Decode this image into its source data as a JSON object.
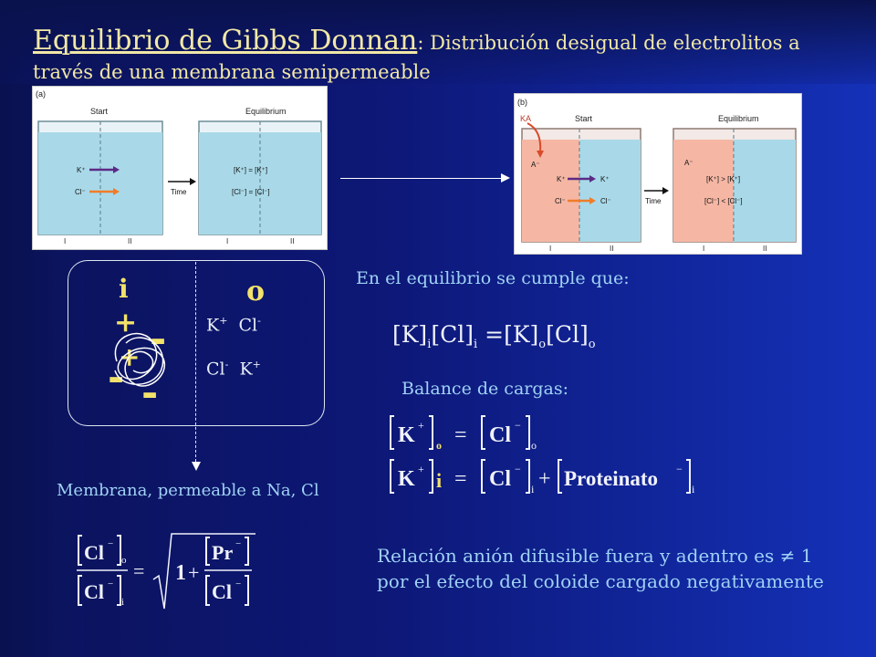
{
  "title": {
    "main": "Equilibrio de Gibbs Donnan",
    "sub": "Distribución desigual de electrolitos a través de una membrana semipermeable"
  },
  "figure_a": {
    "label": "(a)",
    "start": "Start",
    "equilibrium": "Equilibrium",
    "time": "Time",
    "k_ion": "K⁺",
    "cl_ion": "Cl⁻",
    "eq_k": "[K⁺]  =  [K⁺]",
    "eq_cl": "[Cl⁻]  =  [Cl⁻]",
    "side_1": "I",
    "side_2": "II",
    "colors": {
      "water": "#a9d9e8",
      "k_arrow": "#5b2a86",
      "cl_arrow": "#f07c2a"
    }
  },
  "figure_b": {
    "label": "(b)",
    "ka": "KA",
    "start": "Start",
    "equilibrium": "Equilibrium",
    "time": "Time",
    "a_ion": "A⁻",
    "k_ion": "K⁺",
    "cl_ion": "Cl⁻",
    "eq_k": "[K⁺]  >  [K⁺]",
    "eq_cl": "[Cl⁻]  <  [Cl⁻]",
    "side_1": "I",
    "side_2": "II",
    "colors": {
      "left": "#f5b7a4",
      "right": "#a9d9e8",
      "a_arrow": "#d94a2c"
    }
  },
  "diagram": {
    "inside": "i",
    "outside": "o",
    "plus_1": "+",
    "plus_2": "+",
    "minus_1": "-",
    "minus_2": "-",
    "minus_3": "-",
    "row1_k": "K",
    "row1_k_sup": "+",
    "row1_cl": "Cl",
    "row1_cl_sup": "-",
    "row2_cl": "Cl",
    "row2_cl_sup": "-",
    "row2_k": "K",
    "row2_k_sup": "+",
    "membrane_caption": "Membrana, permeable a Na, Cl"
  },
  "equilibrium_text": "En el equilibrio se cumple que:",
  "product_eq": {
    "k": "[K]",
    "sub_i": "i",
    "cl": "[Cl]",
    "sub_i2": "i",
    "equals": " =",
    "k2": "[K]",
    "sub_o": "o",
    "cl2": "[Cl]",
    "sub_o2": "o"
  },
  "charge_balance": "Balance de cargas:",
  "balance_eqs": {
    "eq1_left": "K",
    "eq1_left_sup": "+",
    "eq1_left_sub": "o",
    "eq1_right": "Cl",
    "eq1_right_sup": "−",
    "eq1_right_sub": "o",
    "eq2_left": "K",
    "eq2_left_sup": "+",
    "eq2_left_sub": "i",
    "eq2_mid": "Cl",
    "eq2_mid_sup": "−",
    "eq2_mid_sub": "i",
    "eq2_right": "Proteinato",
    "eq2_right_sup": "−",
    "eq2_right_sub": "i",
    "equals": "=",
    "plus": "+"
  },
  "ratio_eq": {
    "num": "Cl",
    "num_sup": "−",
    "num_sub": "o",
    "den": "Cl",
    "den_sup": "−",
    "den_sub": "i",
    "one": "1",
    "plus": "+",
    "pr": "Pr",
    "pr_sup": "−",
    "cl": "Cl",
    "cl_sup": "−",
    "equals": "="
  },
  "explanation": "Relación anión difusible fuera y adentro es ≠ 1 por el efecto del coloide cargado negativamente"
}
